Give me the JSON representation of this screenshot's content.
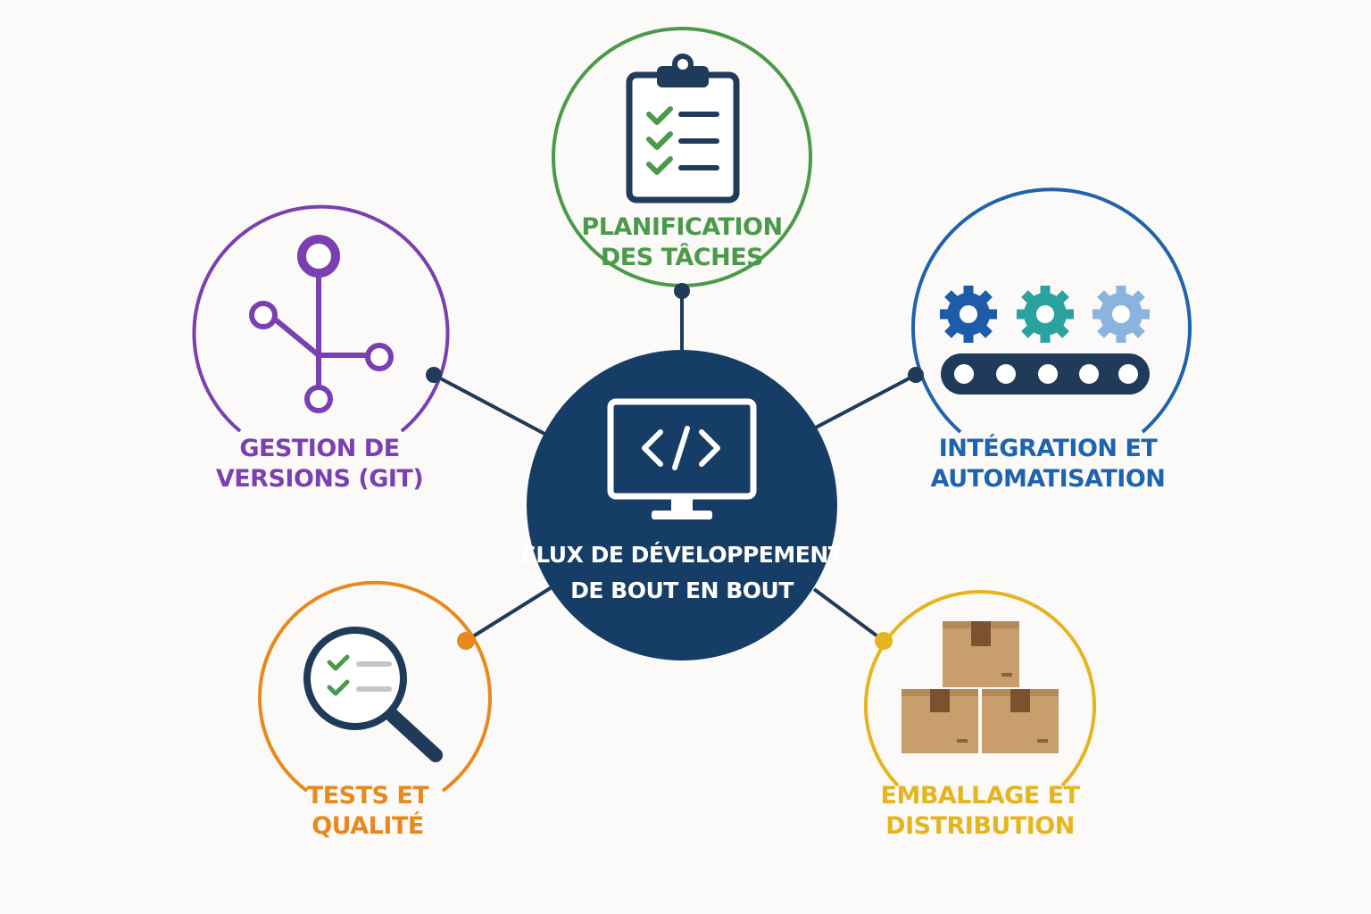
{
  "center": {
    "title_line1": "FLUX DE DÉVELOPPEMENT",
    "title_line2": "DE BOUT EN BOUT",
    "color": "#163d66",
    "icon": "code-monitor-icon"
  },
  "nodes": {
    "planning": {
      "line1": "PLANIFICATION",
      "line2": "DES TÂCHES",
      "color": "#4a9a4a",
      "icon": "clipboard-checklist-icon"
    },
    "git": {
      "line1": "GESTION DE",
      "line2": "VERSIONS (GIT)",
      "color": "#7a3fb0",
      "icon": "git-branch-icon"
    },
    "integration": {
      "line1": "INTÉGRATION ET",
      "line2": "AUTOMATISATION",
      "color": "#1e63ad",
      "icon": "gears-conveyor-icon"
    },
    "tests": {
      "line1": "TESTS ET",
      "line2": "QUALITÉ",
      "color": "#e8891d",
      "icon": "magnifier-checklist-icon"
    },
    "packaging": {
      "line1": "EMBALLAGE ET",
      "line2": "DISTRIBUTION",
      "color": "#e5b51f",
      "icon": "boxes-icon"
    }
  },
  "colors": {
    "connector": "#1f3b59",
    "check_green": "#4a9a4a",
    "gear_dark": "#1e5ba8",
    "gear_teal": "#2aa3a0",
    "gear_light": "#8ab4dd",
    "box_tan": "#c89f6c"
  }
}
